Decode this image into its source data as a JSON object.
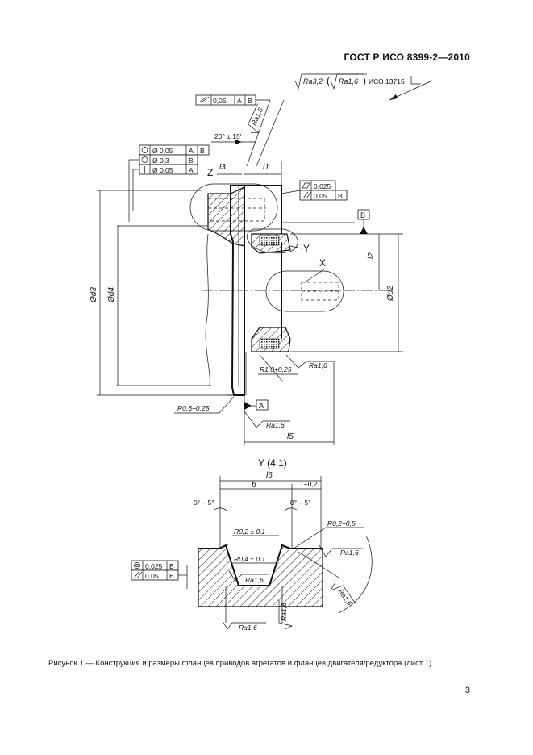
{
  "header": {
    "standard": "ГОСТ Р ИСО 8399-2—2010"
  },
  "surface": {
    "general": "Ra3,2",
    "alt": "Ra1,6",
    "ref": "ИСО 13715"
  },
  "top_frames": {
    "runout": {
      "value": "0,05",
      "ref1": "A",
      "ref2": "B"
    },
    "angle": "20° ± 15'",
    "ra_top": "Ra1,6",
    "pos1": {
      "value": "Ø 0,05",
      "ref1": "A",
      "ref2": "B"
    },
    "pos2": {
      "value": "Ø 0,3",
      "ref1": "B"
    },
    "perp": {
      "value": "Ø 0,05",
      "ref1": "A"
    }
  },
  "labels": {
    "z": "Z",
    "l3": "l3",
    "l1": "l1",
    "y": "Y",
    "x": "X",
    "l2": "l2",
    "d3": "Ød3",
    "d4": "Ød4",
    "d2": "Ød2",
    "datum_b": "B",
    "datum_a": "A",
    "l5": "l5"
  },
  "right_frames": {
    "flat": {
      "value": "0,025"
    },
    "par": {
      "value": "0,05",
      "ref1": "B"
    }
  },
  "radii": {
    "r1": "R1,0+0,25",
    "r06": "R0,6+0,25",
    "ra_mid": "Ra1,6",
    "ra_a": "Ra1,6"
  },
  "detail": {
    "title": "Y (4:1)",
    "l6": "l6",
    "b": "b",
    "tol": "1+0,2",
    "angle_l": "0° – 5°",
    "angle_r": "0° – 5°",
    "r02": "R0,2 ± 0,1",
    "r02b": "R0,2+0,5",
    "r04": "R0,4 ± 0,1",
    "ra_in": "Ra1,6",
    "ra_r": "Ra1,6",
    "ra_diag": "Ra1,6",
    "ra_bot": "Ra1,6",
    "ra_vert": "Ra1,6",
    "frame1": {
      "value": "0,025",
      "ref1": "B"
    },
    "frame2": {
      "value": "0,05",
      "ref1": "B"
    }
  },
  "caption": "Рисунок  1 — Конструкция и размеры фланцев приводов агрегатов и фланцев двигателя/редуктора (лист 1)",
  "page_number": "3"
}
